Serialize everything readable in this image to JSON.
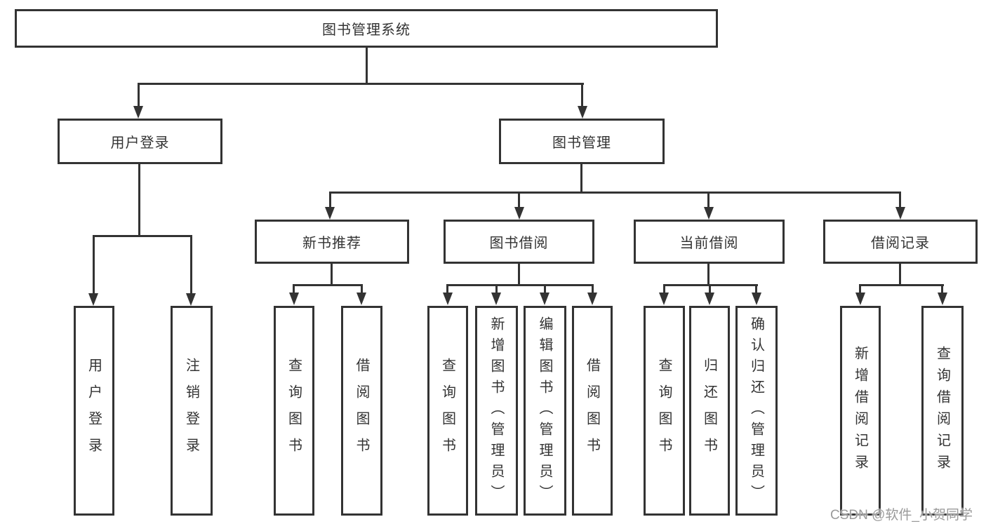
{
  "diagram": {
    "title": "图书管理系统",
    "nodes": {
      "root": "图书管理系统",
      "user_login": "用户登录",
      "book_management": "图书管理",
      "new_book_recommend": "新书推荐",
      "book_borrowing": "图书借阅",
      "current_borrowing": "当前借阅",
      "borrowing_records": "借阅记录"
    },
    "leaves": {
      "user_login": [
        "用户登录",
        "注销登录"
      ],
      "new_book_recommend": [
        "查询图书",
        "借阅图书"
      ],
      "book_borrowing": [
        "查询图书",
        "新增图书（管理员）",
        "编辑图书（管理员）",
        "借阅图书"
      ],
      "current_borrowing": [
        "查询图书",
        "归还图书",
        "确认归还（管理员）"
      ],
      "borrowing_records": [
        "新增借阅记录",
        "查询借阅记录"
      ]
    }
  },
  "watermark": {
    "text": "CSDN @软件_小贺同学"
  },
  "colors": {
    "line": "#333333",
    "text": "#333333",
    "box_fill": "#ffffff",
    "watermark": "#9a9a9a",
    "background": "#ffffff"
  }
}
